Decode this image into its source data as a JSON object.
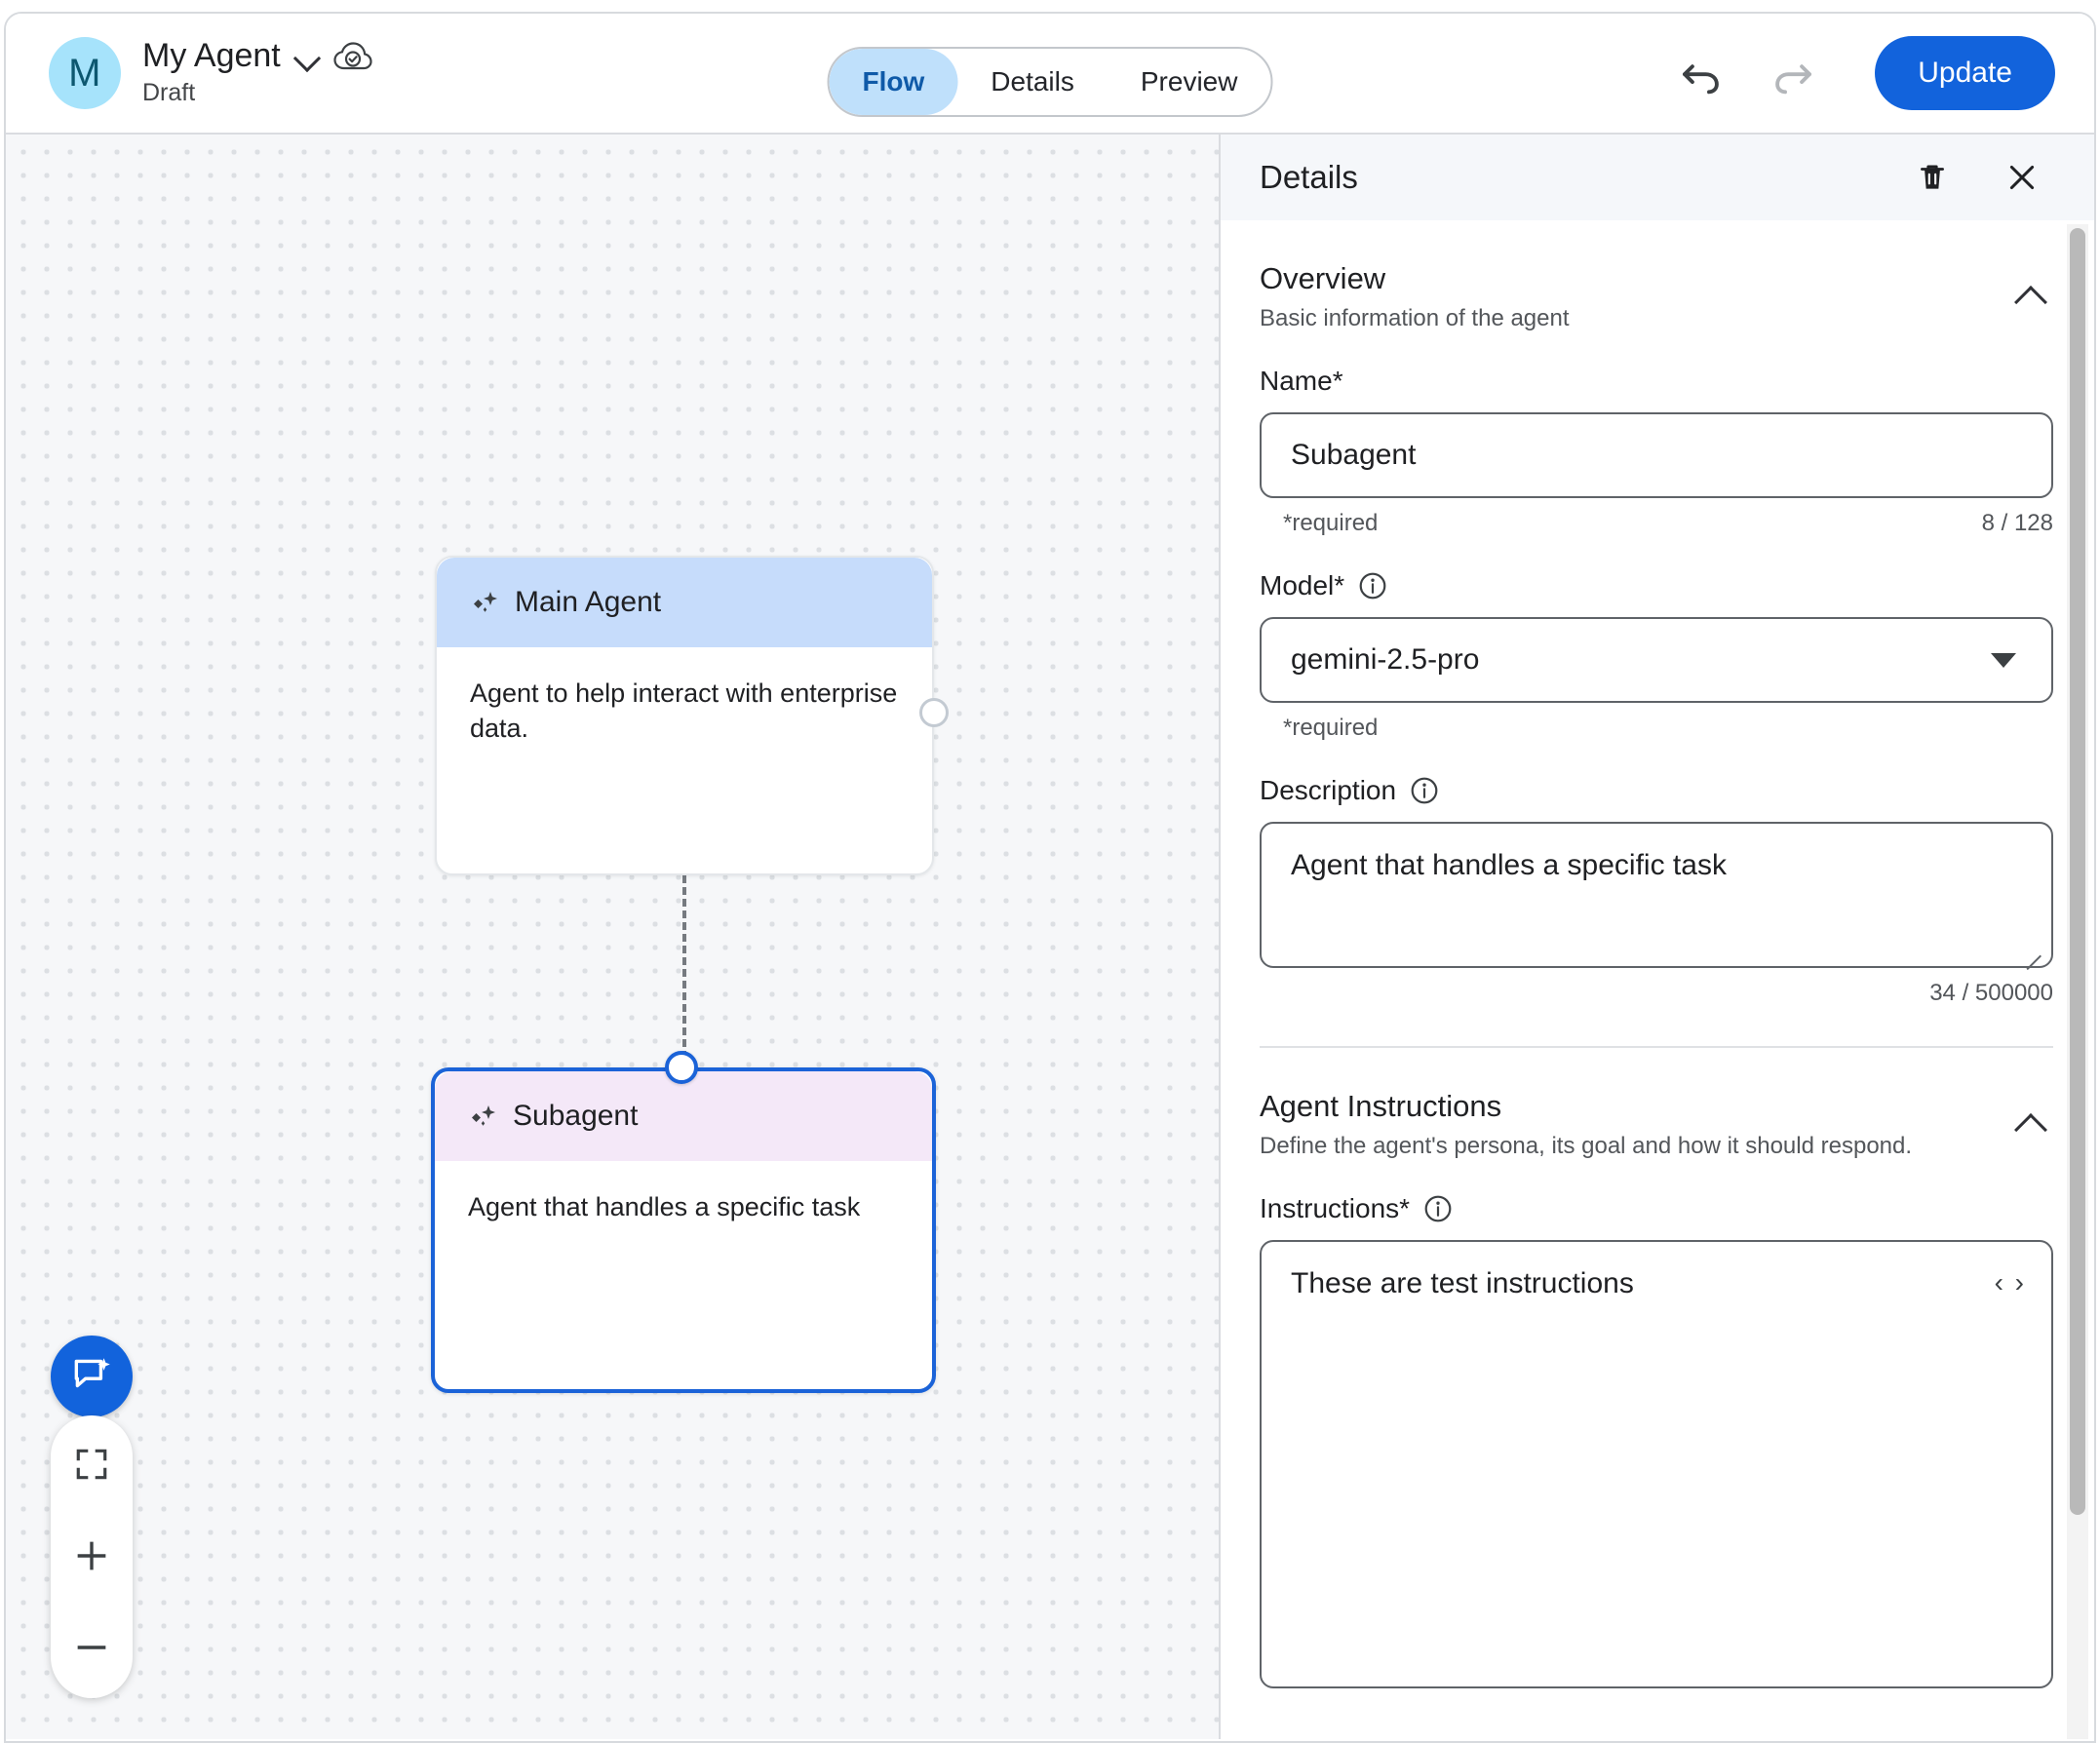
{
  "topbar": {
    "avatar_letter": "M",
    "agent_title": "My Agent",
    "agent_status": "Draft",
    "icons": {
      "chevron_down": "chevron-down-icon",
      "cloud_saved": "cloud-saved-icon",
      "undo": "undo-icon",
      "redo": "redo-icon"
    },
    "tabs": [
      {
        "label": "Flow",
        "active": true
      },
      {
        "label": "Details",
        "active": false
      },
      {
        "label": "Preview",
        "active": false
      }
    ],
    "update_label": "Update",
    "accent_color": "#1263dc"
  },
  "canvas": {
    "nodes": [
      {
        "id": "main-agent",
        "title": "Main Agent",
        "description": "Agent to help interact with enterprise data.",
        "header_color": "#c6dcfb",
        "selected": false
      },
      {
        "id": "subagent",
        "title": "Subagent",
        "description": "Agent that handles a specific task",
        "header_color": "#f4e8f8",
        "selected": true
      }
    ],
    "controls": {
      "assistant_label": "chat-sparkle-icon",
      "fit_label": "fit-to-screen-icon",
      "zoom_in_label": "+",
      "zoom_out_label": "−"
    }
  },
  "panel": {
    "title": "Details",
    "delete_label": "trash-icon",
    "close_label": "close-icon",
    "overview": {
      "title": "Overview",
      "subtitle": "Basic information of the agent",
      "name": {
        "label": "Name*",
        "value": "Subagent",
        "required_hint": "*required",
        "counter": "8 / 128"
      },
      "model": {
        "label": "Model*",
        "value": "gemini-2.5-pro",
        "required_hint": "*required"
      },
      "description": {
        "label": "Description",
        "value": "Agent that handles a specific task",
        "counter": "34 / 500000"
      }
    },
    "instructions_section": {
      "title": "Agent Instructions",
      "subtitle": "Define the agent's persona, its goal and how it should respond.",
      "instructions": {
        "label": "Instructions*",
        "value": "These are test instructions",
        "code_toggle": "‹ ›"
      }
    }
  }
}
